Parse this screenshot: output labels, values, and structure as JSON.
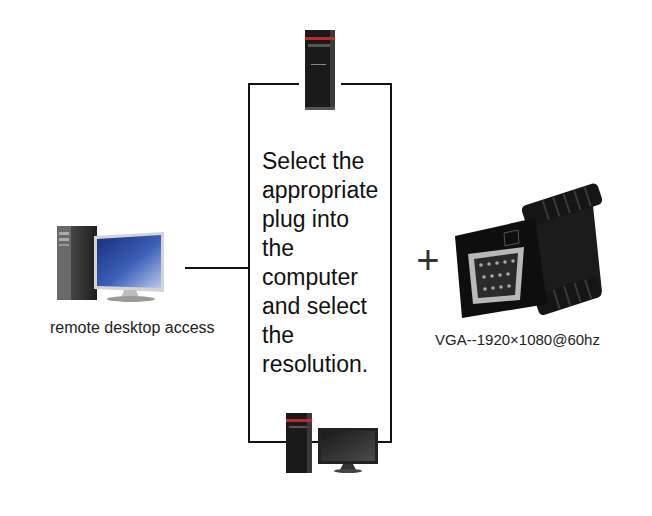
{
  "diagram": {
    "nodes": [
      {
        "text": [
          "remote desktop access"
        ]
      },
      {
        "text": [
          "Select the appropriate plug into the computer and select the resolution."
        ]
      }
    ],
    "edges": [
      {
        "from": 0,
        "to": 1,
        "arrow": "none"
      }
    ],
    "labels": [
      "+",
      "VGA--1920×1080@60hz"
    ]
  }
}
